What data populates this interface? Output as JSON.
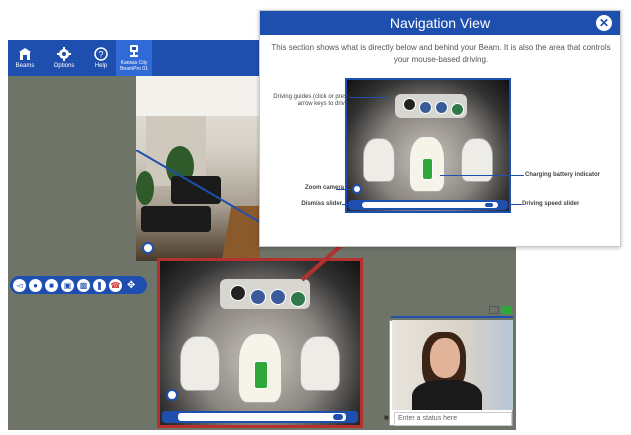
{
  "topbar": {
    "items": [
      {
        "label": "Beams",
        "icon": "beams-icon"
      },
      {
        "label": "Options",
        "icon": "gear-icon"
      },
      {
        "label": "Help",
        "icon": "help-icon"
      },
      {
        "label": "Kansas City",
        "sublabel": "BeamPro 01",
        "icon": "beam-device-icon",
        "active": true
      }
    ]
  },
  "popup": {
    "title": "Navigation View",
    "description": "This section shows what is directly below and behind your Beam. It is also the area that controls your mouse-based driving.",
    "callouts": {
      "driving_guides": "Driving guides (click or press arrow keys to drive)",
      "zoom_camera": "Zoom camera",
      "dismiss_slider": "Dismiss slider",
      "charging_battery": "Charging battery indicator",
      "driving_speed": "Driving speed slider"
    }
  },
  "status": {
    "placeholder": "Enter a status here"
  },
  "colors": {
    "brand_blue": "#1f4fae",
    "highlight_red": "#b3312f",
    "battery_green": "#2ea83a"
  }
}
